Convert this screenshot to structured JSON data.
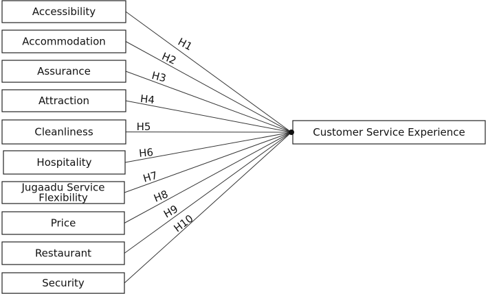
{
  "diagram": {
    "target": {
      "label": "Customer Service Experience"
    },
    "constructs": [
      {
        "lines": [
          "Accessibility"
        ],
        "hypothesis": "H1"
      },
      {
        "lines": [
          "Accommodation"
        ],
        "hypothesis": "H2"
      },
      {
        "lines": [
          "Assurance"
        ],
        "hypothesis": "H3"
      },
      {
        "lines": [
          "Attraction"
        ],
        "hypothesis": "H4"
      },
      {
        "lines": [
          "Cleanliness"
        ],
        "hypothesis": "H5"
      },
      {
        "lines": [
          "Hospitality"
        ],
        "hypothesis": "H6"
      },
      {
        "lines": [
          "Jugaadu Service",
          "Flexibility"
        ],
        "hypothesis": "H7"
      },
      {
        "lines": [
          "Price"
        ],
        "hypothesis": "H8"
      },
      {
        "lines": [
          "Restaurant"
        ],
        "hypothesis": "H9"
      },
      {
        "lines": [
          "Security"
        ],
        "hypothesis": "H10"
      }
    ]
  }
}
